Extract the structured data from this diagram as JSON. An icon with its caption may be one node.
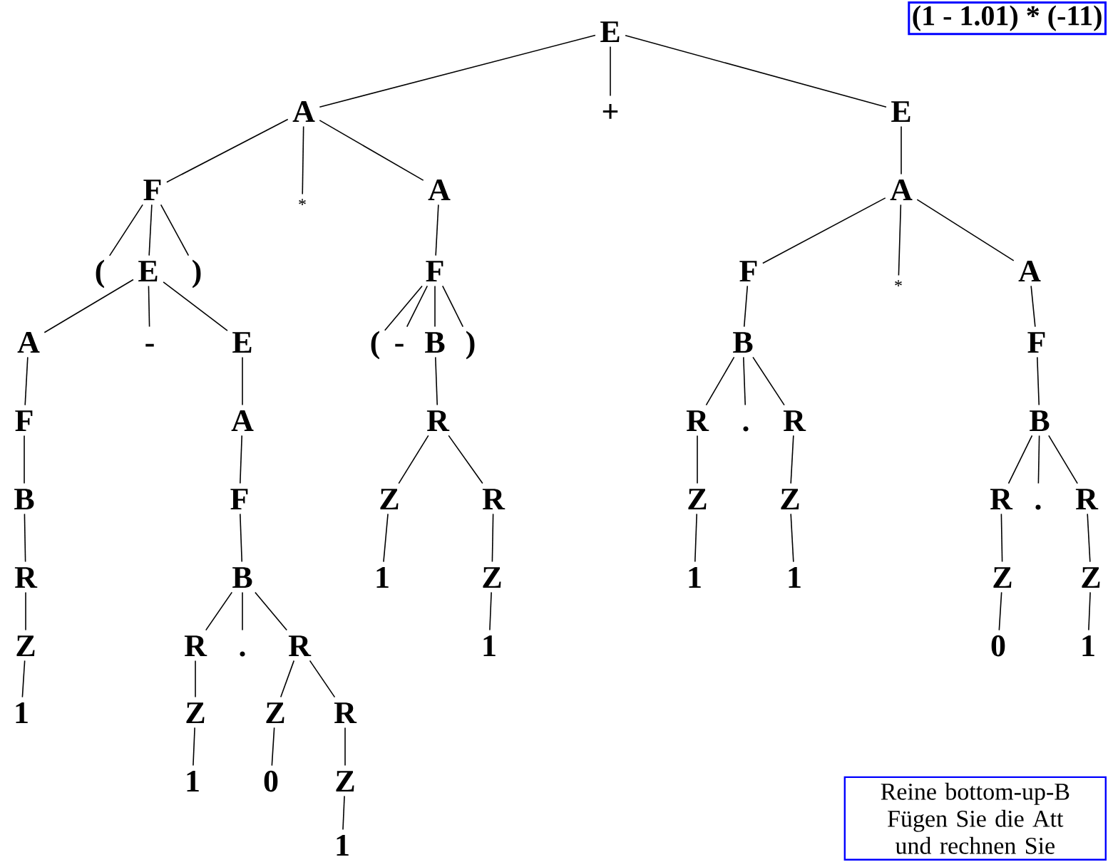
{
  "diagram": {
    "nodes": [
      {
        "text": [
          "E"
        ]
      },
      {
        "text": [
          "A"
        ]
      },
      {
        "text": [
          "+"
        ]
      },
      {
        "text": [
          "E"
        ]
      },
      {
        "text": [
          "F"
        ]
      },
      {
        "text": [
          "*"
        ]
      },
      {
        "text": [
          "A"
        ]
      },
      {
        "text": [
          "("
        ]
      },
      {
        "text": [
          "E"
        ]
      },
      {
        "text": [
          ")"
        ]
      },
      {
        "text": [
          "A"
        ]
      },
      {
        "text": [
          "-"
        ]
      },
      {
        "text": [
          "E"
        ]
      },
      {
        "text": [
          "F"
        ]
      },
      {
        "text": [
          "B"
        ]
      },
      {
        "text": [
          "R"
        ]
      },
      {
        "text": [
          "Z"
        ]
      },
      {
        "text": [
          "1"
        ]
      },
      {
        "text": [
          "A"
        ]
      },
      {
        "text": [
          "F"
        ]
      },
      {
        "text": [
          "B"
        ]
      },
      {
        "text": [
          "R"
        ]
      },
      {
        "text": [
          "."
        ]
      },
      {
        "text": [
          "R"
        ]
      },
      {
        "text": [
          "Z"
        ]
      },
      {
        "text": [
          "1"
        ]
      },
      {
        "text": [
          "Z"
        ]
      },
      {
        "text": [
          "R"
        ]
      },
      {
        "text": [
          "0"
        ]
      },
      {
        "text": [
          "Z"
        ]
      },
      {
        "text": [
          "1"
        ]
      },
      {
        "text": [
          "F"
        ]
      },
      {
        "text": [
          "("
        ]
      },
      {
        "text": [
          "-"
        ]
      },
      {
        "text": [
          "B"
        ]
      },
      {
        "text": [
          ")"
        ]
      },
      {
        "text": [
          "R"
        ]
      },
      {
        "text": [
          "Z"
        ]
      },
      {
        "text": [
          "R"
        ]
      },
      {
        "text": [
          "1"
        ]
      },
      {
        "text": [
          "Z"
        ]
      },
      {
        "text": [
          "1"
        ]
      },
      {
        "text": [
          "A"
        ]
      },
      {
        "text": [
          "F"
        ]
      },
      {
        "text": [
          "*"
        ]
      },
      {
        "text": [
          "A"
        ]
      },
      {
        "text": [
          "B"
        ]
      },
      {
        "text": [
          "R"
        ]
      },
      {
        "text": [
          "."
        ]
      },
      {
        "text": [
          "R"
        ]
      },
      {
        "text": [
          "Z"
        ]
      },
      {
        "text": [
          "1"
        ]
      },
      {
        "text": [
          "Z"
        ]
      },
      {
        "text": [
          "1"
        ]
      },
      {
        "text": [
          "F"
        ]
      },
      {
        "text": [
          "B"
        ]
      },
      {
        "text": [
          "R"
        ]
      },
      {
        "text": [
          "."
        ]
      },
      {
        "text": [
          "R"
        ]
      },
      {
        "text": [
          "Z"
        ]
      },
      {
        "text": [
          "0"
        ]
      },
      {
        "text": [
          "Z"
        ]
      },
      {
        "text": [
          "1"
        ]
      },
      {
        "text": [
          "(1 - 1.01) * (-11)"
        ]
      },
      {
        "text": [
          "Reine bottom-up-B Fügen Sie die Att und rechnen Sie"
        ]
      }
    ],
    "edges": [
      {
        "from": 0,
        "to": 1,
        "arrow": "none"
      },
      {
        "from": 0,
        "to": 2,
        "arrow": "none"
      },
      {
        "from": 0,
        "to": 3,
        "arrow": "none"
      },
      {
        "from": 1,
        "to": 4,
        "arrow": "none"
      },
      {
        "from": 1,
        "to": 5,
        "arrow": "none"
      },
      {
        "from": 1,
        "to": 6,
        "arrow": "none"
      },
      {
        "from": 4,
        "to": 7,
        "arrow": "none"
      },
      {
        "from": 4,
        "to": 8,
        "arrow": "none"
      },
      {
        "from": 4,
        "to": 9,
        "arrow": "none"
      },
      {
        "from": 8,
        "to": 10,
        "arrow": "none"
      },
      {
        "from": 8,
        "to": 11,
        "arrow": "none"
      },
      {
        "from": 8,
        "to": 12,
        "arrow": "none"
      },
      {
        "from": 10,
        "to": 13,
        "arrow": "none"
      },
      {
        "from": 13,
        "to": 14,
        "arrow": "none"
      },
      {
        "from": 14,
        "to": 15,
        "arrow": "none"
      },
      {
        "from": 15,
        "to": 16,
        "arrow": "none"
      },
      {
        "from": 16,
        "to": 17,
        "arrow": "none"
      },
      {
        "from": 12,
        "to": 18,
        "arrow": "none"
      },
      {
        "from": 18,
        "to": 19,
        "arrow": "none"
      },
      {
        "from": 19,
        "to": 20,
        "arrow": "none"
      },
      {
        "from": 20,
        "to": 21,
        "arrow": "none"
      },
      {
        "from": 20,
        "to": 22,
        "arrow": "none"
      },
      {
        "from": 20,
        "to": 23,
        "arrow": "none"
      },
      {
        "from": 21,
        "to": 24,
        "arrow": "none"
      },
      {
        "from": 24,
        "to": 25,
        "arrow": "none"
      },
      {
        "from": 23,
        "to": 26,
        "arrow": "none"
      },
      {
        "from": 23,
        "to": 27,
        "arrow": "none"
      },
      {
        "from": 26,
        "to": 28,
        "arrow": "none"
      },
      {
        "from": 27,
        "to": 29,
        "arrow": "none"
      },
      {
        "from": 29,
        "to": 30,
        "arrow": "none"
      },
      {
        "from": 6,
        "to": 31,
        "arrow": "none"
      },
      {
        "from": 31,
        "to": 32,
        "arrow": "none"
      },
      {
        "from": 31,
        "to": 33,
        "arrow": "none"
      },
      {
        "from": 31,
        "to": 34,
        "arrow": "none"
      },
      {
        "from": 31,
        "to": 35,
        "arrow": "none"
      },
      {
        "from": 34,
        "to": 36,
        "arrow": "none"
      },
      {
        "from": 36,
        "to": 37,
        "arrow": "none"
      },
      {
        "from": 36,
        "to": 38,
        "arrow": "none"
      },
      {
        "from": 37,
        "to": 39,
        "arrow": "none"
      },
      {
        "from": 38,
        "to": 40,
        "arrow": "none"
      },
      {
        "from": 40,
        "to": 41,
        "arrow": "none"
      },
      {
        "from": 3,
        "to": 42,
        "arrow": "none"
      },
      {
        "from": 42,
        "to": 43,
        "arrow": "none"
      },
      {
        "from": 42,
        "to": 44,
        "arrow": "none"
      },
      {
        "from": 42,
        "to": 45,
        "arrow": "none"
      },
      {
        "from": 43,
        "to": 46,
        "arrow": "none"
      },
      {
        "from": 46,
        "to": 47,
        "arrow": "none"
      },
      {
        "from": 46,
        "to": 48,
        "arrow": "none"
      },
      {
        "from": 46,
        "to": 49,
        "arrow": "none"
      },
      {
        "from": 47,
        "to": 50,
        "arrow": "none"
      },
      {
        "from": 50,
        "to": 51,
        "arrow": "none"
      },
      {
        "from": 49,
        "to": 52,
        "arrow": "none"
      },
      {
        "from": 52,
        "to": 53,
        "arrow": "none"
      },
      {
        "from": 45,
        "to": 54,
        "arrow": "none"
      },
      {
        "from": 54,
        "to": 55,
        "arrow": "none"
      },
      {
        "from": 55,
        "to": 56,
        "arrow": "none"
      },
      {
        "from": 55,
        "to": 57,
        "arrow": "none"
      },
      {
        "from": 55,
        "to": 58,
        "arrow": "none"
      },
      {
        "from": 56,
        "to": 59,
        "arrow": "none"
      },
      {
        "from": 59,
        "to": 60,
        "arrow": "none"
      },
      {
        "from": 58,
        "to": 61,
        "arrow": "none"
      },
      {
        "from": 61,
        "to": 62,
        "arrow": "none"
      }
    ]
  }
}
